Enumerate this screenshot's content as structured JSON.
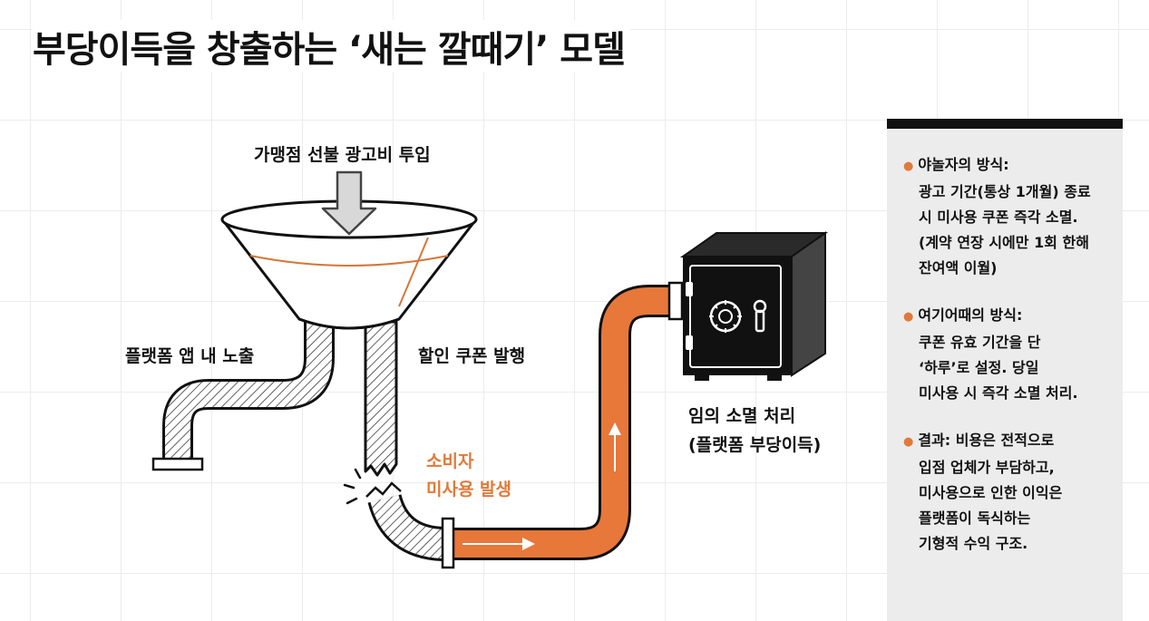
{
  "title": "부당이득을 창출하는 ‘새는 깔때기’ 모델",
  "labels": {
    "input": "가맹점 선불 광고비 투입",
    "left_pipe": "플랫폼 앱 내 노출",
    "right_pipe": "할인 쿠폰 발행",
    "leak_line1": "소비자",
    "leak_line2": "미사용 발생",
    "safe_line1": "임의 소멸 처리",
    "safe_line2": "(플랫폼 부당이득)"
  },
  "colors": {
    "accent": "#e07a3a",
    "pipe_orange": "#e8773a",
    "panel_bg": "#ececec",
    "panel_bar": "#111111"
  },
  "icons": [
    "funnel-icon",
    "down-arrow-icon",
    "hatched-pipe-icon",
    "broken-pipe-icon",
    "orange-pipe-icon",
    "safe-icon"
  ],
  "panel": {
    "items": [
      {
        "head": "야놀자의 방식:",
        "lines": [
          "광고 기간(통상 1개월) 종료",
          "시 미사용 쿠폰 즉각 소멸.",
          "(계약 연장 시에만 1회 한해",
          "잔여액 이월)"
        ]
      },
      {
        "head": "여기어때의 방식:",
        "lines": [
          "쿠폰 유효 기간을 단",
          "‘하루’로 설정. 당일",
          "미사용 시 즉각 소멸 처리."
        ]
      },
      {
        "head": "결과: 비용은 전적으로",
        "lines": [
          "입점 업체가 부담하고,",
          "미사용으로 인한 이익은",
          "플랫폼이 독식하는",
          "기형적 수익 구조."
        ]
      }
    ]
  }
}
